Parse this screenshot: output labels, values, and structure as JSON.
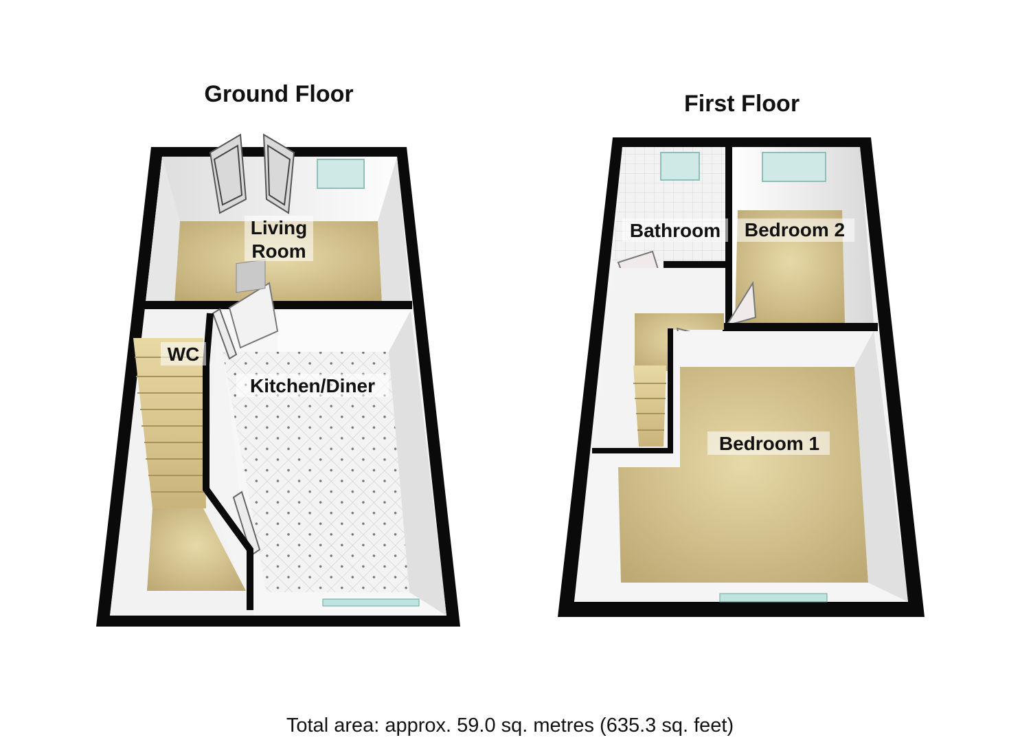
{
  "ground_floor": {
    "title": "Ground Floor",
    "rooms": {
      "living_room_line1": "Living",
      "living_room_line2": "Room",
      "wc": "WC",
      "kitchen_diner": "Kitchen/Diner"
    }
  },
  "first_floor": {
    "title": "First Floor",
    "rooms": {
      "bathroom": "Bathroom",
      "bedroom_2": "Bedroom 2",
      "bedroom_1": "Bedroom 1"
    }
  },
  "footer": {
    "total_area": "Total area: approx. 59.0 sq. metres (635.3 sq. feet)"
  },
  "colors": {
    "wall": "#0a0a0a",
    "carpet": "#cbb98a",
    "inner_wall": "#f4f4f4",
    "tile": "#eeeeee",
    "window": "#bfe3df"
  }
}
